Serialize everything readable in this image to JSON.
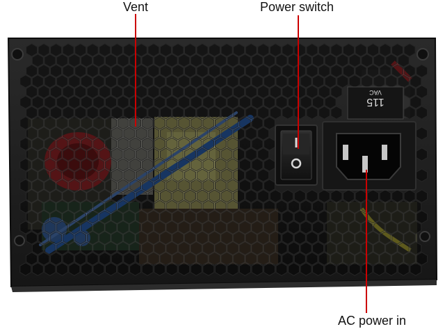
{
  "labels": {
    "vent": "Vent",
    "power_switch": "Power switch",
    "ac_power_in": "AC power in"
  },
  "voltage_selector": {
    "value": "115",
    "unit": "VAC"
  },
  "colors": {
    "leader_line": "#cc0000",
    "housing": "#1c1c1c",
    "grille_hole": "#050505"
  }
}
